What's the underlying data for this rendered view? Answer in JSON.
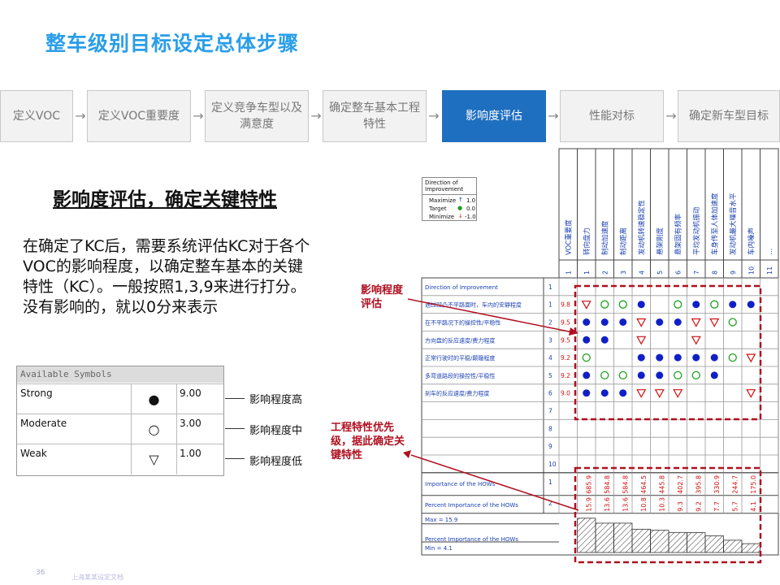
{
  "title": "整车级别目标设定总体步骤",
  "steps": [
    {
      "label": "定义VOC",
      "active": false
    },
    {
      "label": "定义VOC重要度",
      "active": false
    },
    {
      "label": "定义竞争车型以及满意度",
      "active": false
    },
    {
      "label": "确定整车基本工程特性",
      "active": false
    },
    {
      "label": "影响度评估",
      "active": true
    },
    {
      "label": "性能对标",
      "active": false
    },
    {
      "label": "确定新车型目标",
      "active": false
    }
  ],
  "subtitle": "影响度评估，确定关键特性",
  "body": "在确定了KC后，需要系统评估KC对于各个VOC的影响程度，以确定整车基本的关键特性（KC）。一般按照1,3,9来进行打分。没有影响的，就以0分来表示",
  "symbols_panel": {
    "header": "Available Symbols",
    "rows": [
      {
        "name": "Strong",
        "glyph": "●",
        "value": "9.00",
        "legend": "影响程度高"
      },
      {
        "name": "Moderate",
        "glyph": "○",
        "value": "3.00",
        "legend": "影响程度中"
      },
      {
        "name": "Weak",
        "glyph": "▽",
        "value": "1.00",
        "legend": "影响程度低"
      }
    ]
  },
  "direction_box": {
    "title": "Direction of Improvement",
    "rows": [
      {
        "label": "Maximize",
        "symbol": "↑",
        "value": "1.0"
      },
      {
        "label": "Target",
        "symbol": "●",
        "value": "0.0"
      },
      {
        "label": "Minimize",
        "symbol": "↓",
        "value": "-1.0"
      }
    ]
  },
  "qfd": {
    "column_headers": [
      "VOC重要度",
      "转向盘力",
      "制动加速度",
      "制动距离",
      "发动机转速稳定性",
      "悬架刚度",
      "悬架固有频率",
      "平均发动机振动",
      "车身传至人体加速度",
      "发动机最大噪音水平",
      "车内噪声",
      "…"
    ],
    "column_numbers": [
      "1",
      "1",
      "2",
      "3",
      "4",
      "5",
      "6",
      "7",
      "8",
      "9",
      "10",
      "11"
    ],
    "row_labels": [
      "Direction of Improvement",
      "通过凹凸不平路面时，车内的安静程度",
      "在不平路况下的操控性/平稳性",
      "方向盘的反应速度/费力程度",
      "正常行驶时的平稳/颠簸程度",
      "多弯道路段的操控性/平稳性",
      "刹车的反应速度/费力程度",
      "",
      "",
      "",
      ""
    ],
    "row_numbers": [
      "1",
      "1",
      "2",
      "3",
      "4",
      "5",
      "6",
      "7",
      "8",
      "9",
      "10"
    ],
    "voc_weights": [
      "",
      "9.8",
      "9.5",
      "9.5",
      "9.2",
      "9.2",
      "9.0",
      "",
      "",
      "",
      ""
    ],
    "matrix": [
      [
        "",
        "",
        "",
        "",
        "",
        "",
        "",
        "",
        "",
        ""
      ],
      [
        "W",
        "M",
        "M",
        "S",
        "",
        "M",
        "S",
        "M",
        "S",
        "S"
      ],
      [
        "S",
        "S",
        "S",
        "W",
        "S",
        "S",
        "W",
        "W",
        "M",
        ""
      ],
      [
        "S",
        "S",
        "",
        "W",
        "",
        "",
        "W",
        "",
        "",
        ""
      ],
      [
        "M",
        "",
        "",
        "S",
        "S",
        "S",
        "S",
        "S",
        "M",
        "W"
      ],
      [
        "S",
        "M",
        "M",
        "S",
        "S",
        "M",
        "M",
        "S",
        "",
        ""
      ],
      [
        "S",
        "S",
        "S",
        "W",
        "W",
        "W",
        "",
        "",
        "",
        "W"
      ]
    ],
    "importance_label": "Importance of the HOWs",
    "percent_label": "Percent Importance of the HOWs",
    "importance_values": [
      "685.9",
      "584.8",
      "584.8",
      "464.5",
      "445.8",
      "402.7",
      "395.8",
      "330.9",
      "244.7",
      "175.0"
    ],
    "percent_values": [
      "15.9",
      "13.6",
      "13.6",
      "10.8",
      "10.3",
      "9.3",
      "9.2",
      "7.7",
      "5.7",
      "4.1"
    ],
    "max_label": "Max = 15.9",
    "min_label": "Min = 4.1",
    "percent_label_2": "Percent Importance of the HOWs"
  },
  "annotations": {
    "impact": "影响程度评估",
    "priority": "工程特性优先级，据此确定关键特性"
  },
  "footer": {
    "page": "36",
    "text": "上海某某设定文档"
  },
  "colors": {
    "accent": "#2a9ee8",
    "active_step": "#1f6fc0",
    "annotation": "#b01020",
    "symbol_blue": "#1020c8",
    "symbol_green": "#20a020",
    "symbol_red": "#d01010"
  }
}
